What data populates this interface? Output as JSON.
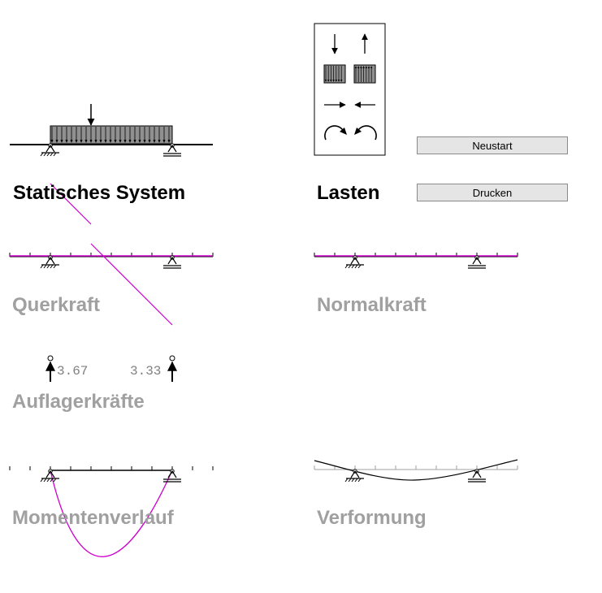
{
  "labels": {
    "system": "Statisches System",
    "lasten": "Lasten",
    "querkraft": "Querkraft",
    "normalkraft": "Normalkraft",
    "auflager": "Auflagerkräfte",
    "moment": "Momentenverlauf",
    "verformung": "Verformung"
  },
  "buttons": {
    "neustart": "Neustart",
    "drucken": "Drucken"
  },
  "reactions": {
    "left": "3.67",
    "right": "3.33"
  },
  "colors": {
    "diagram": "#cc00cc",
    "beam": "#000000",
    "load_fill": "#909090",
    "gray_text": "#a0a0a0"
  },
  "palette_icons": [
    "point-load-down-icon",
    "point-load-up-icon",
    "distributed-load-down-icon",
    "distributed-load-up-icon",
    "axial-load-right-icon",
    "axial-load-left-icon",
    "moment-cw-icon",
    "moment-ccw-icon"
  ]
}
